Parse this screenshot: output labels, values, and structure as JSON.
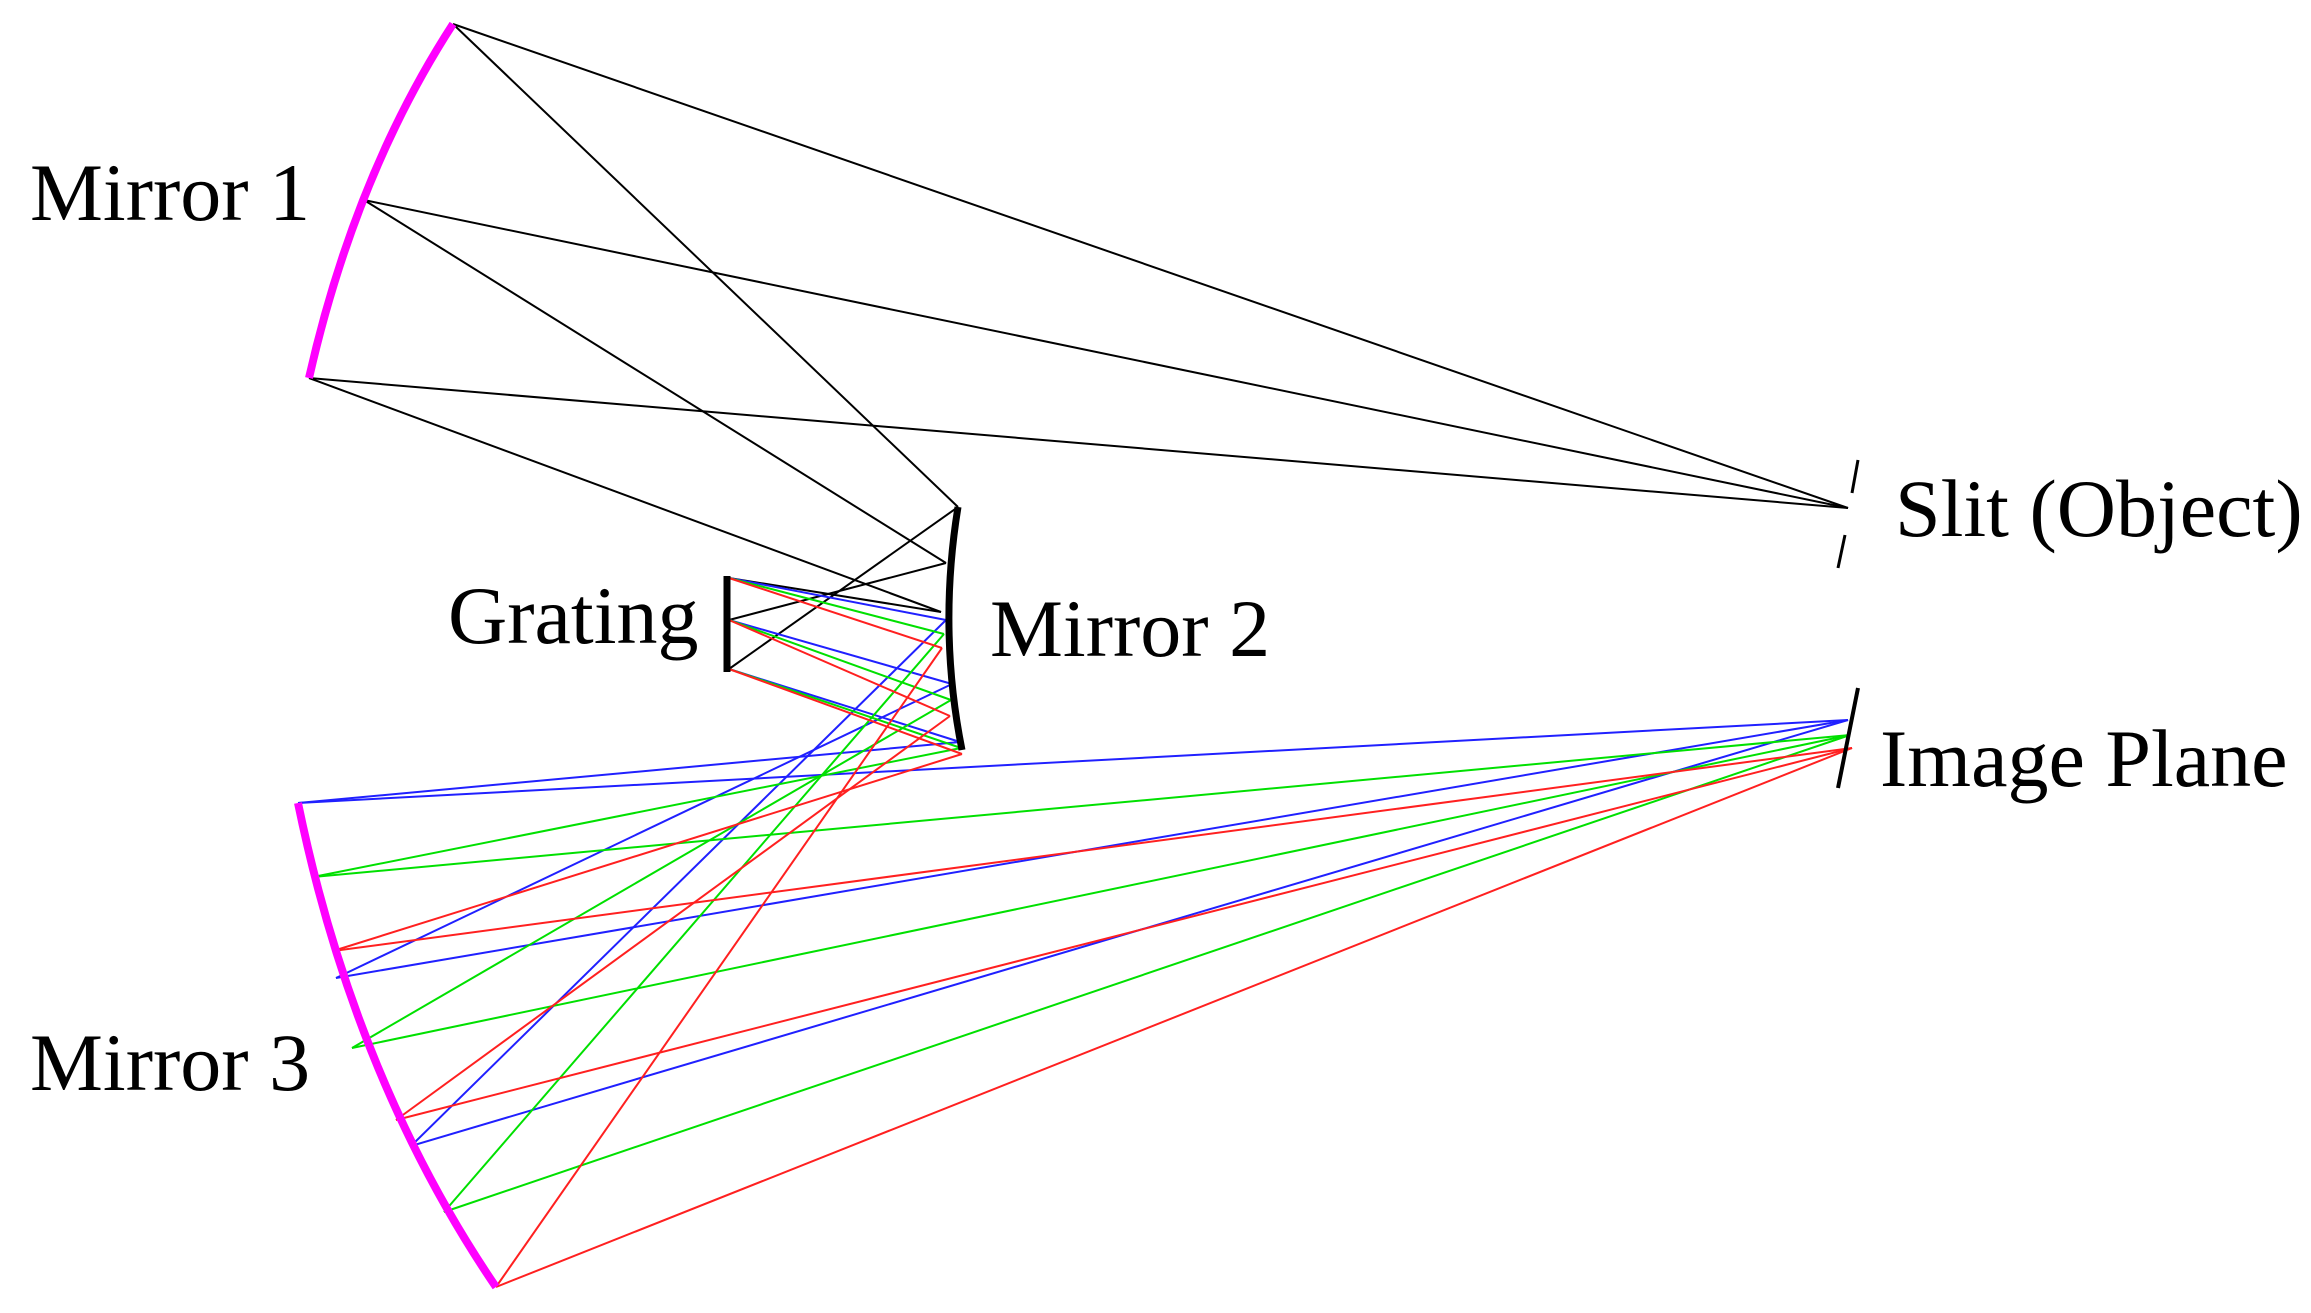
{
  "labels": {
    "mirror1": "Mirror 1",
    "slit": "Slit (Object)",
    "grating": "Grating",
    "mirror2": "Mirror 2",
    "image_plane": "Image Plane",
    "mirror3": "Mirror 3"
  },
  "colors": {
    "mirror_curve": "#ff00ff",
    "input_rays": "#000000",
    "blue_rays": "#2020ff",
    "green_rays": "#00e000",
    "red_rays": "#ff2020"
  }
}
